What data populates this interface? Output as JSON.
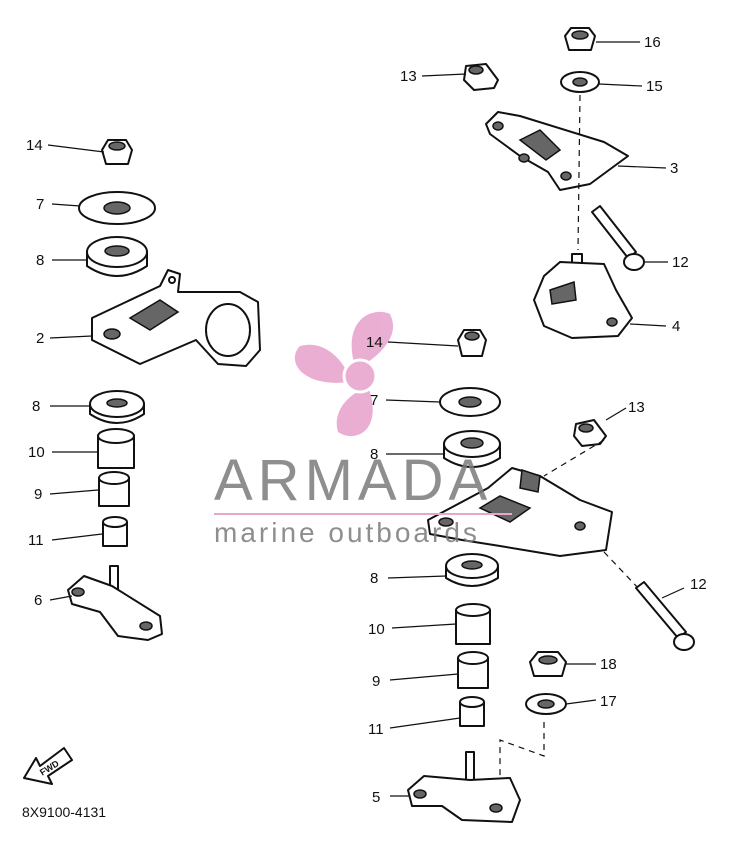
{
  "watermark": {
    "brand": "ARMADA",
    "tagline": "marine outboards",
    "brand_color": "#7a7a7a",
    "accent_color": "#e8a6cf"
  },
  "diagram": {
    "code": "8X9100-4131",
    "fwd_label": "FWD",
    "callouts": {
      "c14a": "14",
      "c7a": "7",
      "c8a": "8",
      "c2": "2",
      "c8b": "8",
      "c10a": "10",
      "c9a": "9",
      "c11a": "11",
      "c6": "6",
      "c13a": "13",
      "c16": "16",
      "c15": "15",
      "c3": "3",
      "c12a": "12",
      "c4": "4",
      "c14b": "14",
      "c7b": "7",
      "c8c": "8",
      "c13b": "13",
      "c8d": "8",
      "c12b": "12",
      "c10b": "10",
      "c18": "18",
      "c9b": "9",
      "c17": "17",
      "c11b": "11",
      "c5": "5"
    }
  }
}
